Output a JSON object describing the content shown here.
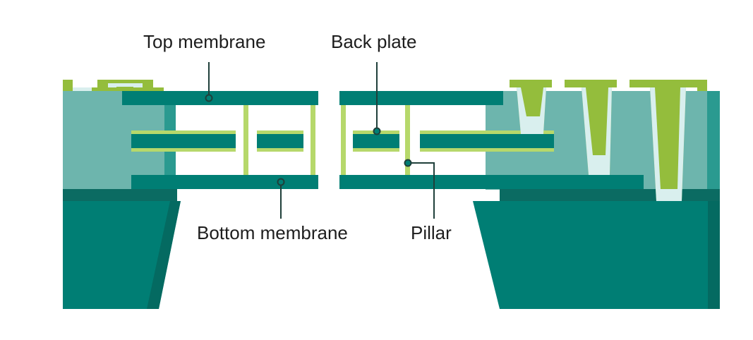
{
  "labels": {
    "top_membrane": "Top membrane",
    "back_plate": "Back plate",
    "bottom_membrane": "Bottom membrane",
    "pillar": "Pillar"
  },
  "colors": {
    "background": "#ffffff",
    "teal_dark": "#007e74",
    "teal_darker": "#006a60",
    "teal_light": "#6db5ad",
    "lime": "#b6d86b",
    "green": "#94bd3c",
    "pale": "#d9efee",
    "leader": "#1f3f3a"
  }
}
